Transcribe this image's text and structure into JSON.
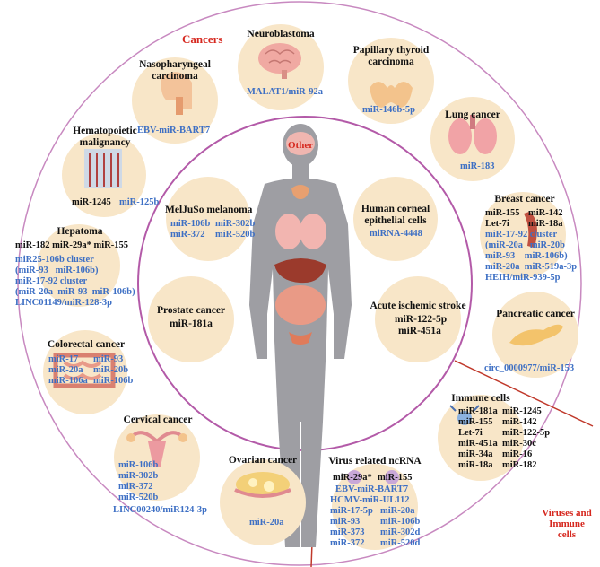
{
  "labels": {
    "cancers": "Cancers",
    "other": "Other",
    "viruses_immune": [
      "Viruses and",
      "Immune",
      "cells"
    ]
  },
  "nodes": {
    "neuroblastoma": {
      "title": "Neuroblastoma",
      "mirs": [
        "MALAT1/miR-92a"
      ]
    },
    "nasopharyngeal": {
      "title": [
        "Nasopharyngeal",
        "carcinoma"
      ],
      "mirs": [
        "EBV-miR-BART7"
      ]
    },
    "papillary": {
      "title": [
        "Papillary thyroid",
        "carcinoma"
      ],
      "mirs": [
        "miR-146b-5p"
      ]
    },
    "lung": {
      "title": "Lung cancer",
      "mirs": [
        "miR-183"
      ]
    },
    "hemato": {
      "title": [
        "Hematopoietic",
        "malignancy"
      ],
      "black": "miR-1245",
      "mirs": [
        "miR-125b"
      ]
    },
    "breast": {
      "title": "Breast cancer",
      "black": [
        [
          "miR-155",
          "miR-142"
        ],
        [
          "Let-7i",
          "miR-18a"
        ]
      ],
      "mirs": [
        "miR-17-92 cluster",
        "(miR-20a   miR-20b",
        "miR-93    miR-106b)",
        "miR-20a  miR-519a-3p",
        "HEIH/miR-939-5p"
      ]
    },
    "hepatoma": {
      "title": "Hepatoma",
      "black": "miR-182 miR-29a* miR-155",
      "mirs": [
        "miR25-106b cluster",
        "(miR-93   miR-106b)",
        "miR-17-92 cluster",
        "(miR-20a  miR-93  miR-106b)",
        "LINC01149/miR-128-3p"
      ]
    },
    "pancreatic": {
      "title": "Pancreatic cancer",
      "mirs": [
        "circ_0000977/miR-153"
      ]
    },
    "colorectal": {
      "title": "Colorectal cancer",
      "mirs": [
        [
          "miR-17",
          "miR-93"
        ],
        [
          "miR-20a",
          "miR-20b"
        ],
        [
          "miR-106a",
          "miR-106b"
        ]
      ]
    },
    "cervical": {
      "title": "Cervical cancer",
      "mirs": [
        "miR-106b",
        "miR-302b",
        "miR-372",
        "miR-520b",
        "LINC00240/miR124-3p"
      ]
    },
    "ovarian": {
      "title": "Ovarian cancer",
      "mirs": [
        "miR-20a"
      ]
    },
    "immune": {
      "title": "Immune cells",
      "black": [
        [
          "miR-181a",
          "miR-1245"
        ],
        [
          "miR-155",
          "miR-142"
        ],
        [
          "Let-7i",
          "miR-122-5p"
        ],
        [
          "miR-451a",
          "miR-30c"
        ],
        [
          "miR-34a",
          "miR-16"
        ],
        [
          "miR-18a",
          "miR-182"
        ]
      ]
    },
    "virus": {
      "title": "Virus related ncRNA",
      "black": [
        "miR-29a*",
        "miR-155"
      ],
      "mirs": [
        "EBV-miR-BART7",
        "HCMV-miR-UL112",
        [
          "miR-17-5p",
          "miR-20a"
        ],
        [
          "miR-93",
          "miR-106b"
        ],
        [
          "miR-373",
          "miR-302d"
        ],
        [
          "miR-372",
          "miR-520d"
        ]
      ]
    },
    "meljuso": {
      "title": "MelJuSo melanoma",
      "mirs": [
        [
          "miR-106b",
          "miR-302b"
        ],
        [
          "miR-372",
          "miR-520b"
        ]
      ]
    },
    "corneal": {
      "title": [
        "Human corneal",
        "epithelial cells"
      ],
      "mirs": [
        "miRNA-4448"
      ]
    },
    "prostate": {
      "title": "Prostate cancer",
      "black": "miR-181a"
    },
    "stroke": {
      "title": "Acute ischemic stroke",
      "black": [
        "miR-122-5p",
        "miR-451a"
      ]
    }
  },
  "colors": {
    "accent_red": "#d6281f",
    "mir_blue": "#3d6fc4",
    "node_fill": "#f8e6c8",
    "ring": "#b35aa8"
  }
}
